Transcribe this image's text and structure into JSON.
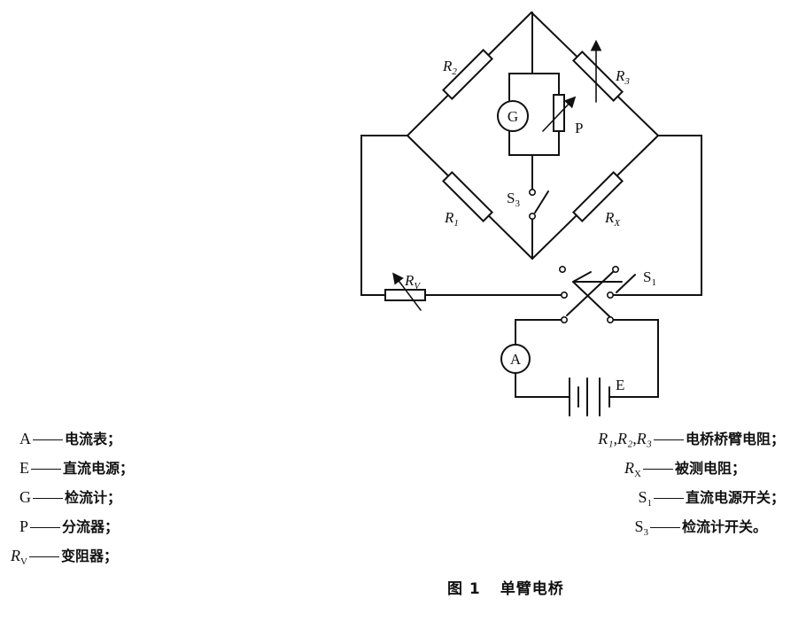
{
  "figure": {
    "caption_number": "图 1",
    "caption_title": "单臂电桥"
  },
  "diagram_labels": {
    "R2": {
      "main": "R",
      "sub": "2"
    },
    "R3": {
      "main": "R",
      "sub": "3"
    },
    "R1": {
      "main": "R",
      "sub": "1"
    },
    "RX": {
      "main": "R",
      "sub": "X"
    },
    "RV": {
      "main": "R",
      "sub": "V"
    },
    "G": "G",
    "P": "P",
    "A": "A",
    "E": "E",
    "S3": {
      "main": "S",
      "sub": "3"
    },
    "S1": {
      "main": "S",
      "sub": "1"
    }
  },
  "legend_left": [
    {
      "symbol": "A",
      "desc": "电流表；"
    },
    {
      "symbol": "E",
      "desc": "直流电源；"
    },
    {
      "symbol": "G",
      "desc": "检流计；"
    },
    {
      "symbol": "P",
      "desc": "分流器；"
    },
    {
      "symbol": "R",
      "sub": "V",
      "desc": "变阻器；"
    }
  ],
  "legend_right": [
    {
      "symbol": "R₁,R₂,R₃",
      "desc": "电桥桥臂电阻；"
    },
    {
      "symbol": "R",
      "sub": "X",
      "desc": "被测电阻；"
    },
    {
      "symbol": "S",
      "sub": "1",
      "desc": "直流电源开关；"
    },
    {
      "symbol": "S",
      "sub": "3",
      "desc": "检流计开关。"
    }
  ]
}
